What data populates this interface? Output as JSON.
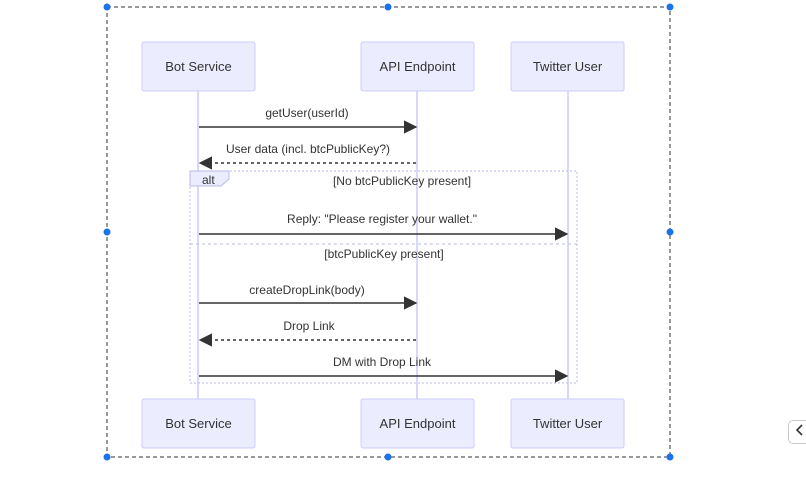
{
  "diagram": {
    "participants": [
      {
        "id": "bot",
        "label": "Bot Service"
      },
      {
        "id": "api",
        "label": "API Endpoint"
      },
      {
        "id": "user",
        "label": "Twitter User"
      }
    ],
    "messages": [
      {
        "from": "bot",
        "to": "api",
        "text": "getUser(userId)",
        "style": "solid"
      },
      {
        "from": "api",
        "to": "bot",
        "text": "User data (incl. btcPublicKey?)",
        "style": "dashed"
      },
      {
        "from": "bot",
        "to": "user",
        "text": "Reply: \"Please register your wallet.\"",
        "style": "solid"
      },
      {
        "from": "bot",
        "to": "api",
        "text": "createDropLink(body)",
        "style": "solid"
      },
      {
        "from": "api",
        "to": "bot",
        "text": "Drop Link",
        "style": "dashed"
      },
      {
        "from": "bot",
        "to": "user",
        "text": "DM with Drop Link",
        "style": "solid"
      }
    ],
    "alt_block": {
      "label": "alt",
      "conditions": [
        "[No btcPublicKey present]",
        "[btcPublicKey present]"
      ]
    },
    "colors": {
      "actor_fill": "#ECECFF",
      "actor_stroke": "#CCCCFF",
      "lifeline": "#CCCCFF",
      "line": "#333333",
      "selection": "#1a73e8",
      "alt_border": "#b9b9e6"
    }
  },
  "ui": {
    "collapse_icon": "chevron-left-icon",
    "collapse_glyph": "‹"
  }
}
